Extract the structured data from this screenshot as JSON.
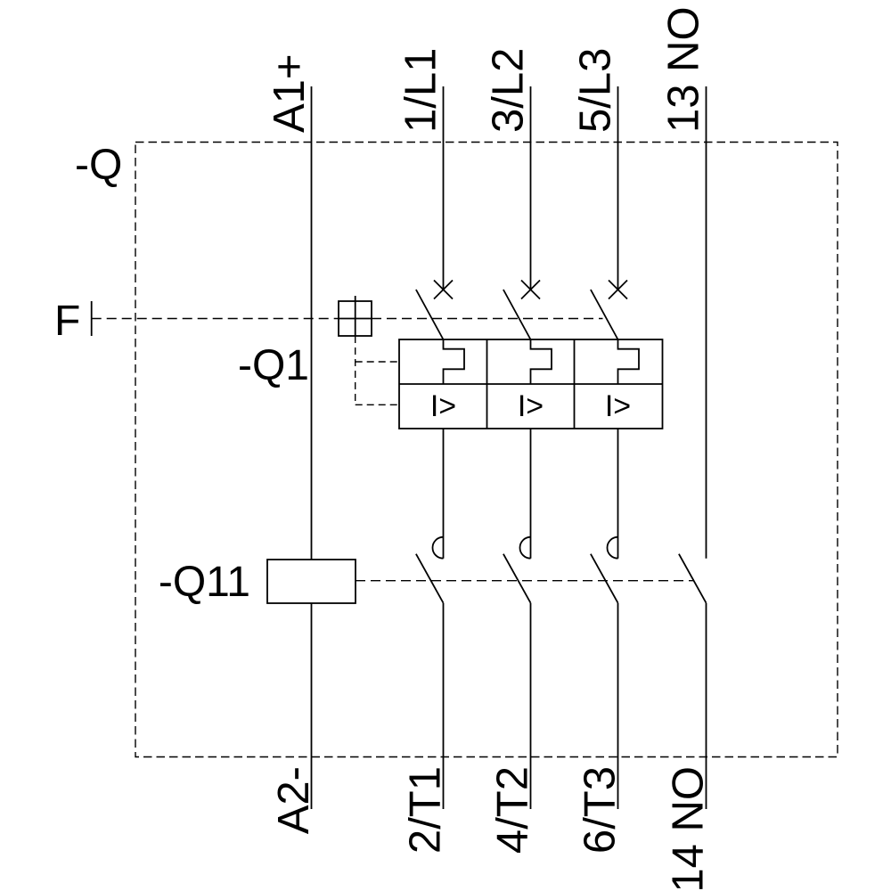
{
  "canvas": {
    "background_color": "#ffffff",
    "line_color": "#000000",
    "text_color": "#000000"
  },
  "diagram": {
    "device_label": "-Q",
    "trip_input_label": "F",
    "breaker_label": "-Q1",
    "contactor_label": "-Q11",
    "overcurrent_release_symbol": "I>",
    "top_terminals": [
      {
        "label": "A1+"
      },
      {
        "label": "1/L1"
      },
      {
        "label": "3/L2"
      },
      {
        "label": "5/L3"
      },
      {
        "label": "13 NO"
      }
    ],
    "bottom_terminals": [
      {
        "label": "A2-"
      },
      {
        "label": "2/T1"
      },
      {
        "label": "4/T2"
      },
      {
        "label": "6/T3"
      },
      {
        "label": "14 NO"
      }
    ]
  }
}
